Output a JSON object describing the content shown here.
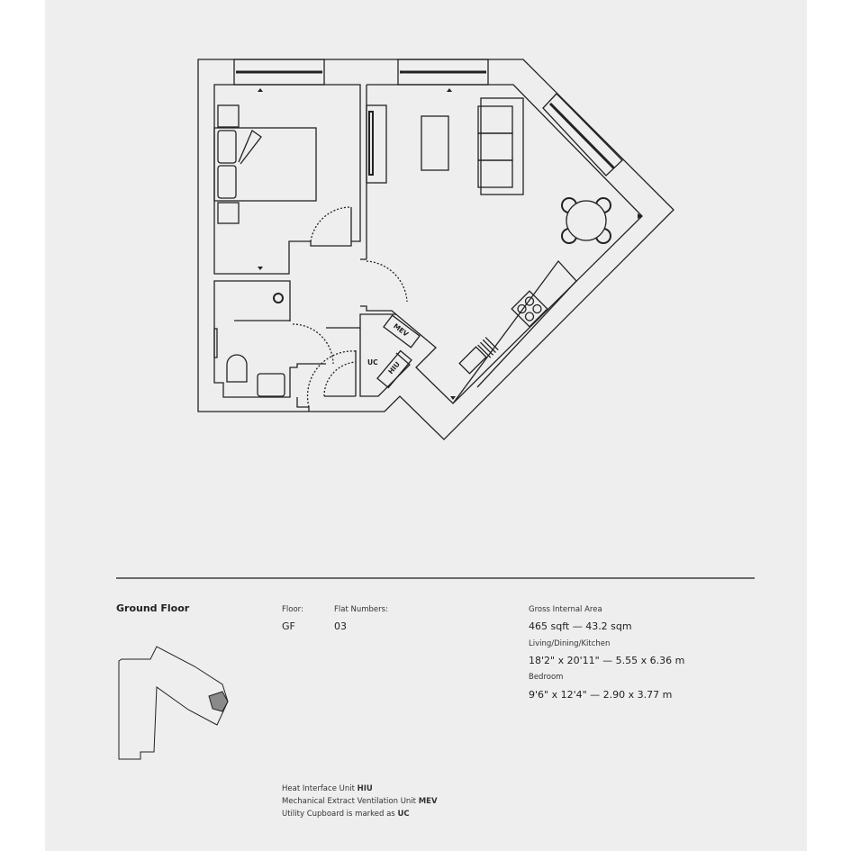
{
  "plan": {
    "labels": {
      "mev": "MEV",
      "hiu": "HIU",
      "uc": "UC"
    }
  },
  "info": {
    "floor_title": "Ground Floor",
    "floor_label": "Floor:",
    "floor_value": "GF",
    "flat_label": "Flat Numbers:",
    "flat_value": "03",
    "gia_label": "Gross Internal Area",
    "gia_value": "465 sqft — 43.2 sqm",
    "ldk_label": "Living/Dining/Kitchen",
    "ldk_value": "18'2\" x 20'11\" — 5.55 x 6.36 m",
    "bedroom_label": "Bedroom",
    "bedroom_value": "9'6\" x 12'4\" — 2.90 x 3.77 m"
  },
  "legend": [
    {
      "text": "Heat Interface Unit ",
      "code": "HIU"
    },
    {
      "text": "Mechanical Extract Ventilation Unit ",
      "code": "MEV"
    },
    {
      "text": "Utility Cupboard is marked as ",
      "code": "UC"
    }
  ],
  "colors": {
    "panel": "#eeeeee",
    "line": "#222222",
    "highlight": "#8a8a8a"
  }
}
